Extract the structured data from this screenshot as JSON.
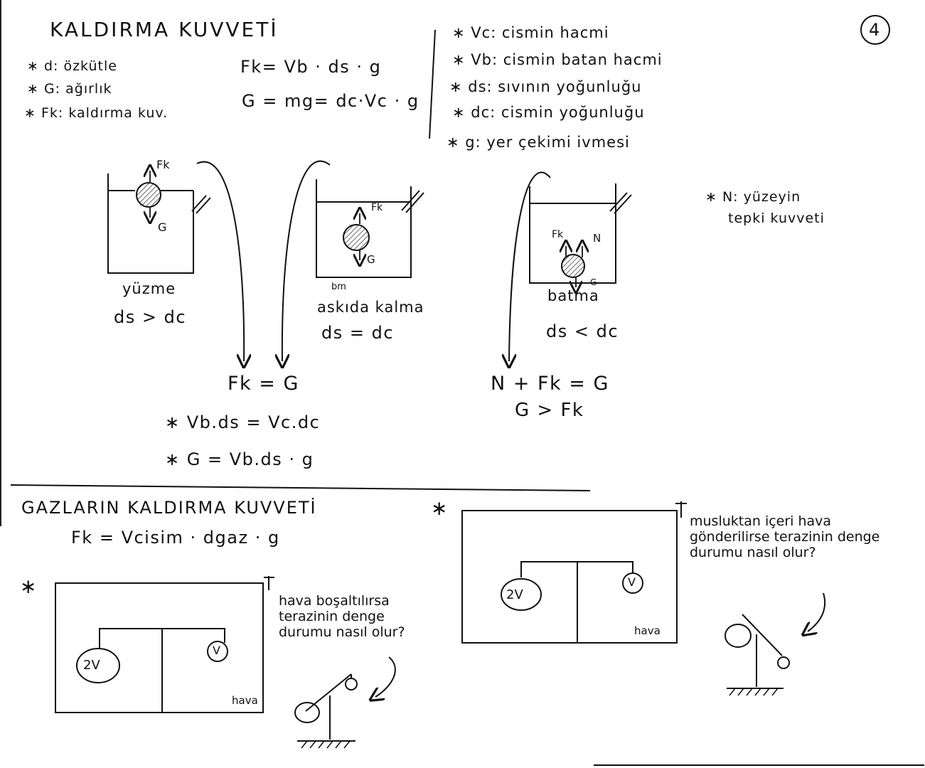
{
  "page_number": "4",
  "section1": {
    "title": "KALDIRMA KUVVETİ",
    "legend_left": [
      "∗ d: özkütle",
      "∗ G: ağırlık",
      "∗ Fk: kaldırma kuv."
    ],
    "formula_fk": "Fk= Vb · ds · g",
    "formula_g": "G = mg= dc·Vc · g",
    "legend_right": [
      "∗ Vc: cismin hacmi",
      "∗ Vb: cismin batan hacmi",
      "∗ ds: sıvının yoğunluğu",
      "∗ dc: cismin yoğunluğu",
      "∗ g: yer çekimi ivmesi"
    ],
    "n_note": [
      "∗ N: yüzeyin",
      "tepki kuvveti"
    ]
  },
  "diagrams": {
    "float": {
      "label": "yüzme",
      "cond": "ds > dc",
      "fk": "Fk",
      "g": "G"
    },
    "suspend": {
      "label": "askıda kalma",
      "cond": "ds = dc",
      "fk": "Fk",
      "g": "G",
      "scribble": "bm"
    },
    "sink": {
      "label": "batma",
      "cond": "ds < dc",
      "fk": "Fk",
      "n": "N",
      "g": "G"
    }
  },
  "results": {
    "eq1": "Fk = G",
    "eq2": "∗ Vb.ds = Vc.dc",
    "eq3": "∗ G = Vb.ds · g",
    "eq4": "N + Fk = G",
    "eq5": "G > Fk"
  },
  "section2": {
    "title": "GAZLARIN KALDIRMA KUVVETİ",
    "formula": "Fk = Vcisim · dgaz · g",
    "box_left": {
      "star": "∗",
      "big": "2V",
      "small": "V",
      "air": "hava",
      "note": "hava boşaltılırsa terazinin denge durumu nasıl olur?"
    },
    "box_right": {
      "star": "∗",
      "big": "2V",
      "small": "V",
      "air": "hava",
      "note": "musluktan içeri hava gönderilirse terazinin denge durumu nasıl olur?"
    }
  }
}
